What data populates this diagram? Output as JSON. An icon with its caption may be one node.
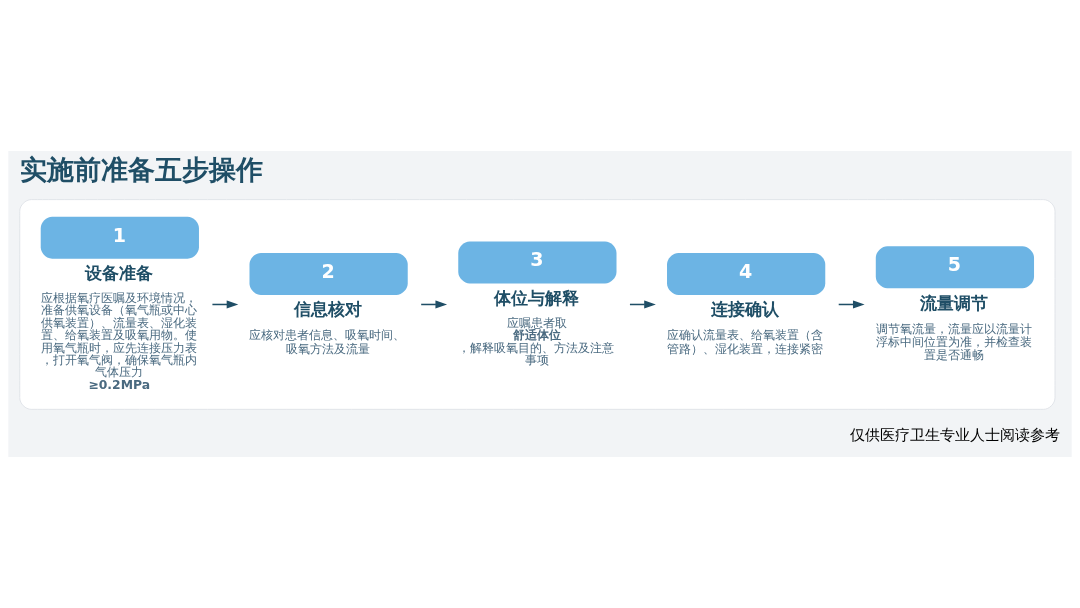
{
  "diagram": {
    "title": "实施前准备五步操作",
    "nodes": [
      {
        "text": [],
        "shape": "box"
      },
      {
        "text": [
          "1",
          "设备准备",
          "应根据氧疗医嘱及环境情况，准备供氧设备（氧气瓶或中心供氧装置）、流量表、湿化装置、给氧装置及吸氧用物。使用氧气瓶时，应先连接压力表，打开氧气阀，确保氧气瓶内气体压力**≥0.2MPa**"
        ],
        "in": 0
      },
      {
        "text": [
          "2",
          "信息核对",
          "应核对患者信息、吸氧时间、吸氧方法及流量"
        ],
        "in": 0
      },
      {
        "text": [
          "3",
          "体位与解释",
          "应嘱患者取**舒适体位**，解释吸氧目的、方法及注意事项"
        ],
        "in": 0
      },
      {
        "text": [
          "4",
          "连接确认",
          "应确认流量表、给氧装置（含管路）、湿化装置，连接紧密"
        ],
        "in": 0
      },
      {
        "text": [
          "5",
          "流量调节",
          "调节氧流量，流量应以流量计浮标中间位置为准，并检查装置是否通畅"
        ],
        "in": 0
      }
    ],
    "edges": [
      {
        "from": 1,
        "to": 2,
        "arrow": "to"
      },
      {
        "from": 2,
        "to": 3,
        "arrow": "to"
      },
      {
        "from": 3,
        "to": 4,
        "arrow": "to"
      },
      {
        "from": 4,
        "to": 5,
        "arrow": "to"
      }
    ],
    "labels": [
      "仅供医疗卫生专业人士阅读参考"
    ]
  }
}
